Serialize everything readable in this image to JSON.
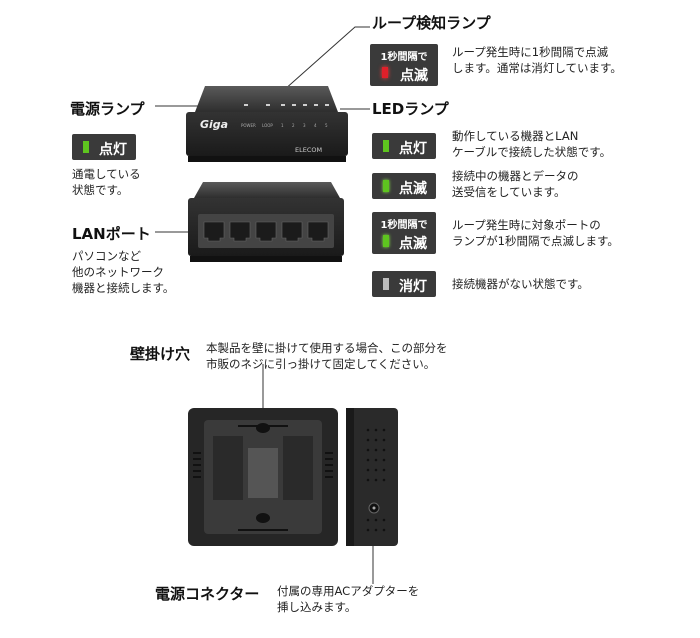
{
  "loop_lamp": {
    "heading": "ループ検知ランプ",
    "badge_top": "1秒間隔で",
    "badge_text": "点滅",
    "desc": [
      "ループ発生時に1秒間隔で点滅",
      "します。通常は消灯しています。"
    ]
  },
  "power_lamp": {
    "heading": "電源ランプ",
    "badge_text": "点灯",
    "desc": [
      "通電している",
      "状態です。"
    ]
  },
  "led_lamp": {
    "heading": "LEDランプ",
    "states": [
      {
        "badge_text": "点灯",
        "desc": [
          "動作している機器とLAN",
          "ケーブルで接続した状態です。"
        ]
      },
      {
        "badge_text": "点滅",
        "desc": [
          "接続中の機器とデータの",
          "送受信をしています。"
        ]
      },
      {
        "badge_top": "1秒間隔で",
        "badge_text": "点滅",
        "desc": [
          "ループ発生時に対象ポートの",
          "ランプが1秒間隔で点滅します。"
        ]
      },
      {
        "badge_text": "消灯",
        "desc": [
          "接続機器がない状態です。"
        ]
      }
    ]
  },
  "lan_port": {
    "heading": "LANポート",
    "desc": [
      "パソコンなど",
      "他のネットワーク",
      "機器と接続します。"
    ]
  },
  "wall_mount": {
    "heading": "壁掛け穴",
    "desc": [
      "本製品を壁に掛けて使用する場合、この部分を",
      "市販のネジに引っ掛けて固定してください。"
    ]
  },
  "power_connector": {
    "heading": "電源コネクター",
    "desc": [
      "付属の専用ACアダプターを",
      "挿し込みます。"
    ]
  },
  "device": {
    "logo": "Giga",
    "brand": "ELECOM",
    "front_labels": [
      "POWER",
      "LOOP",
      "1",
      "2",
      "3",
      "4",
      "5"
    ]
  },
  "colors": {
    "badge_bg": "#3a3a3a",
    "lamp_green": "#5ec51f",
    "lamp_red": "#e0202a",
    "lamp_off": "#bdbdbd",
    "device_body": "#2a2a2a"
  }
}
